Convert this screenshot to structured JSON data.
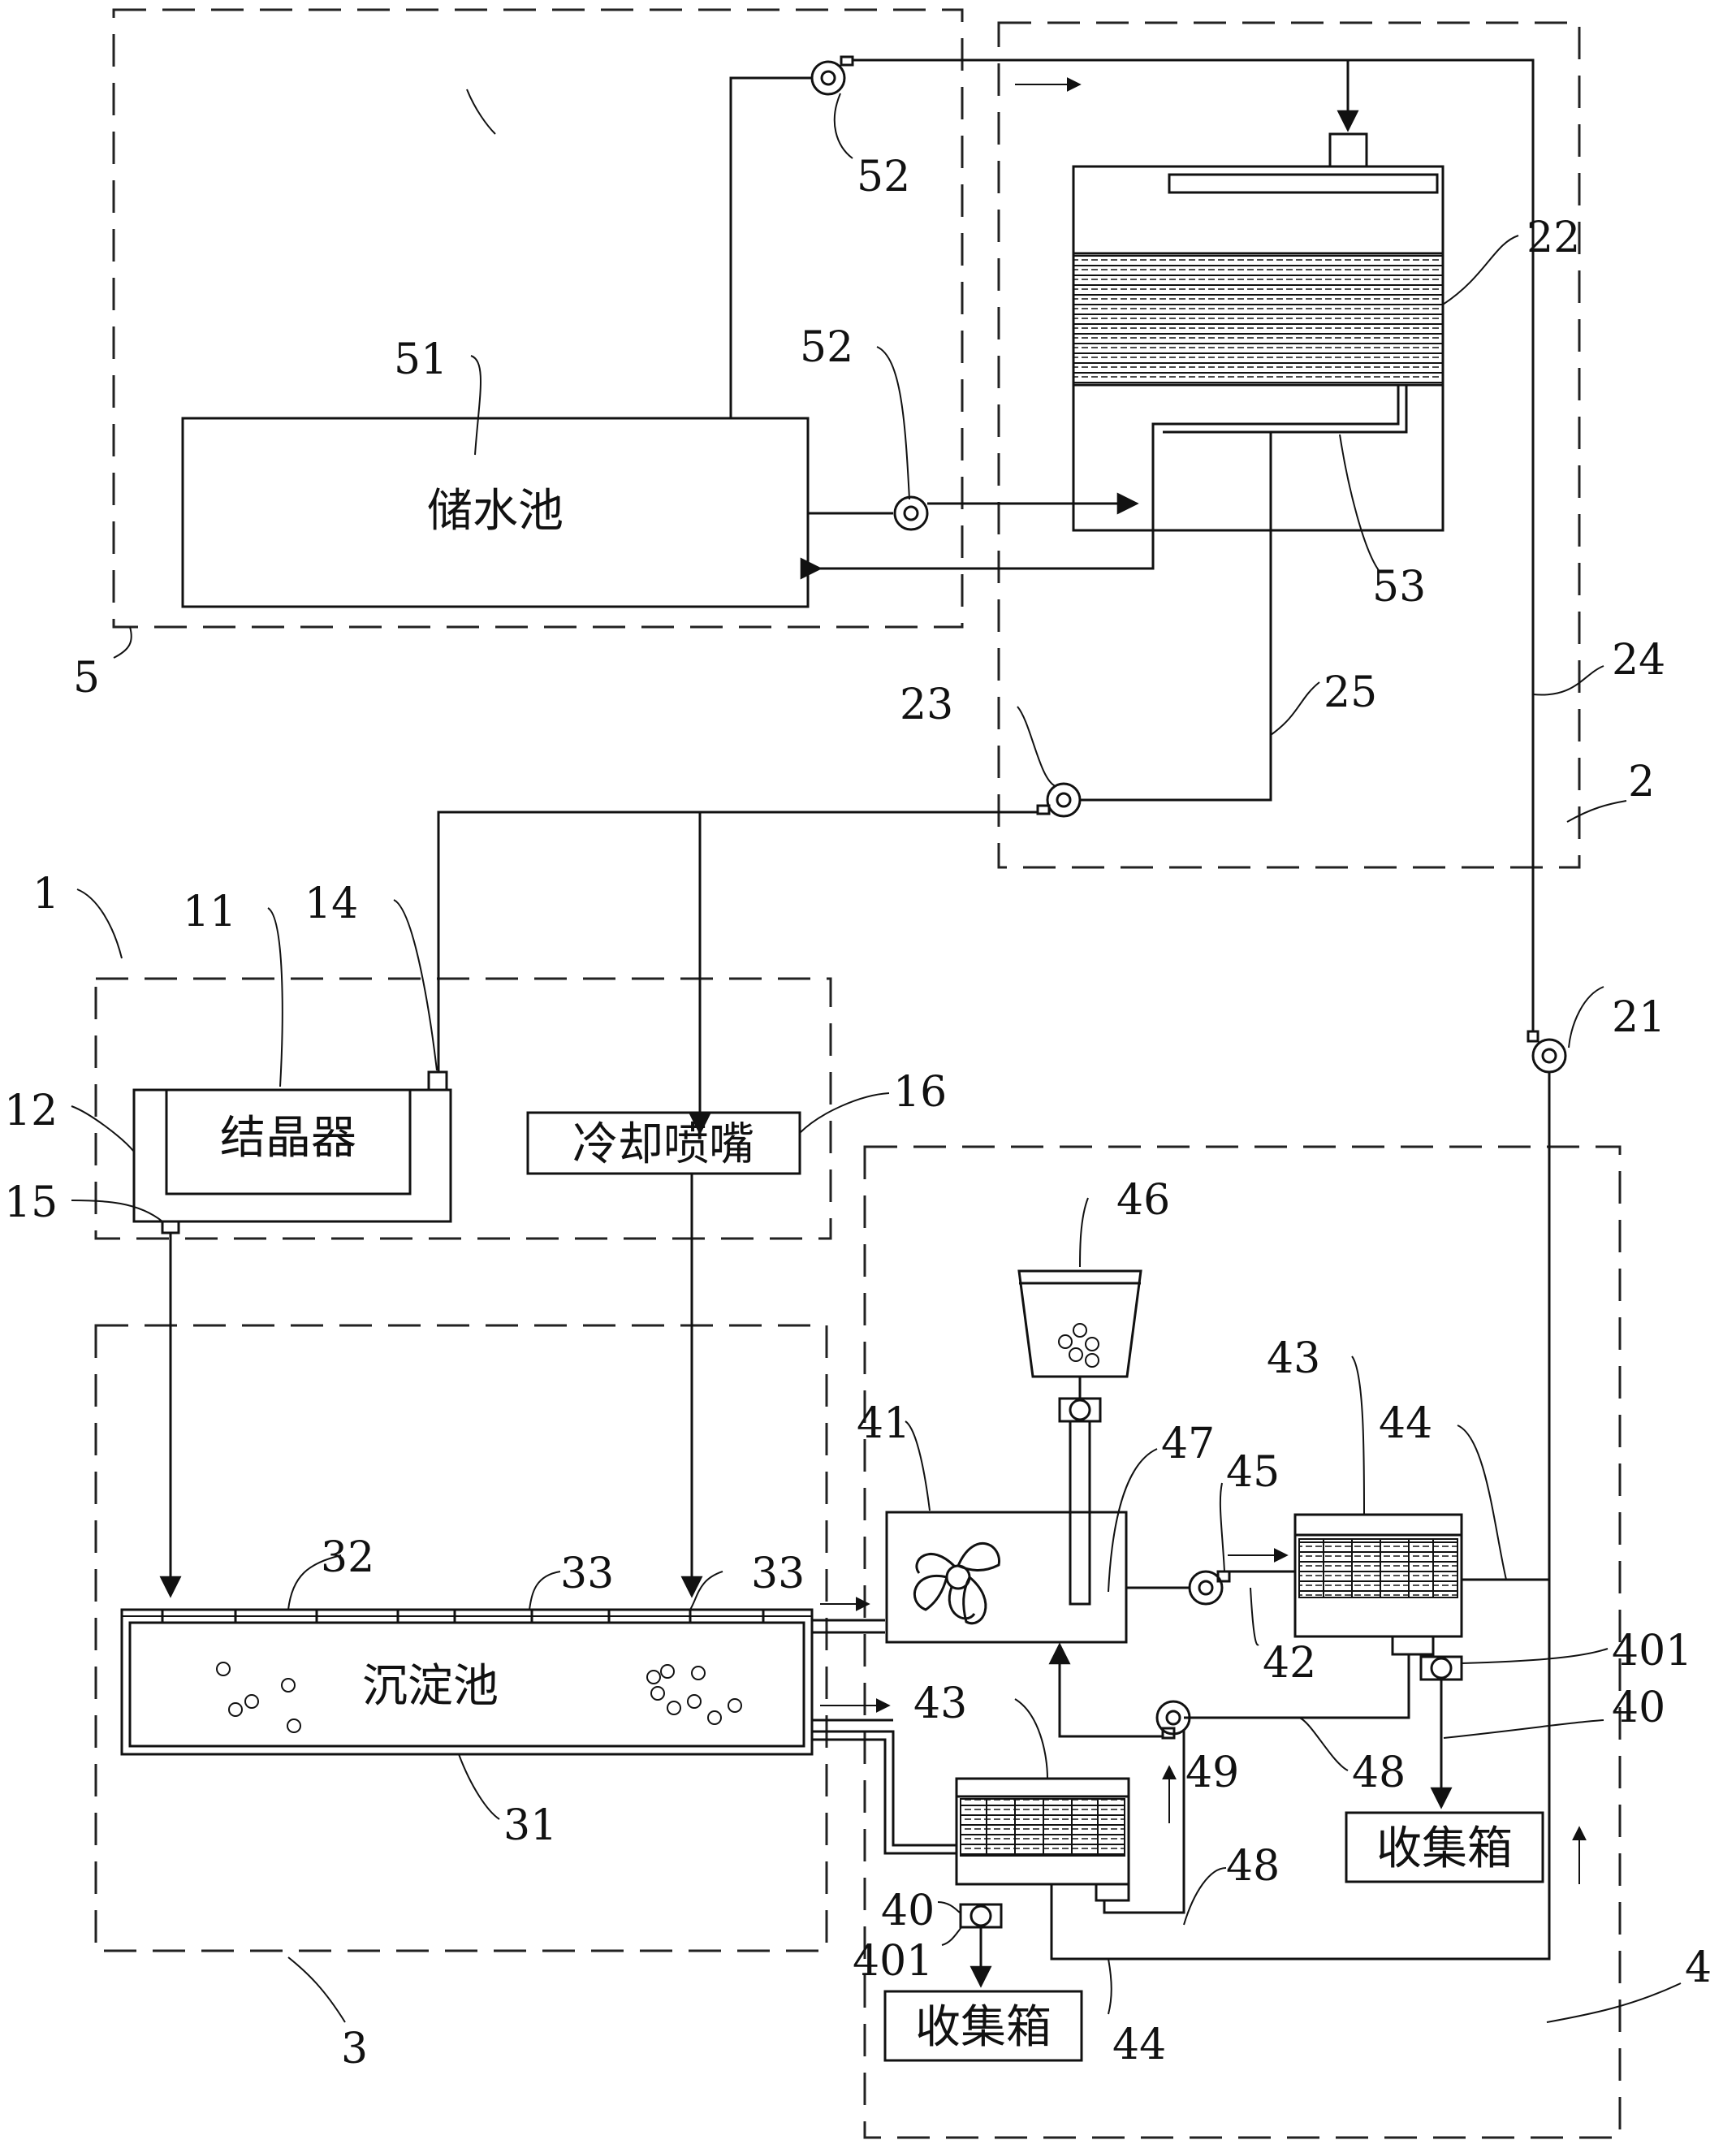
{
  "labels": {
    "reservoir": "储水池",
    "crystallizer": "结晶器",
    "cooling_nozzle": "冷却喷嘴",
    "settling_tank": "沉淀池",
    "collection_box_right": "收集箱",
    "collection_box_left": "收集箱"
  },
  "ref_numbers": {
    "n5": "5",
    "n51": "51",
    "n52a": "52",
    "n52b": "52",
    "n53": "53",
    "n22": "22",
    "n24": "24",
    "n25": "25",
    "n23": "23",
    "n2": "2",
    "n21": "21",
    "n1": "1",
    "n11": "11",
    "n14": "14",
    "n12": "12",
    "n15": "15",
    "n16": "16",
    "n3": "3",
    "n31": "31",
    "n32": "32",
    "n33a": "33",
    "n33b": "33",
    "n4": "4",
    "n40a": "40",
    "n40b": "40",
    "n401a": "401",
    "n401b": "401",
    "n41": "41",
    "n42": "42",
    "n43a": "43",
    "n43b": "43",
    "n44a": "44",
    "n44b": "44",
    "n45": "45",
    "n46": "46",
    "n47": "47",
    "n48a": "48",
    "n48b": "48",
    "n49": "49"
  }
}
